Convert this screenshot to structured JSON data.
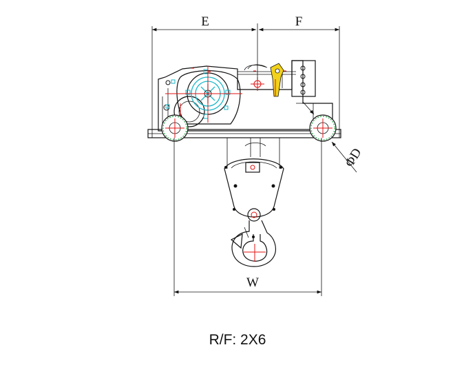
{
  "dimensions": {
    "E": "E",
    "F": "F",
    "D": "ΦD",
    "W": "W"
  },
  "caption": "R/F: 2X6",
  "colors": {
    "line": "#111111",
    "centerline": "#e01010",
    "drum": "#19b6c8",
    "wheel": "#2aa84a",
    "limit_switch": "#f2d21a"
  }
}
